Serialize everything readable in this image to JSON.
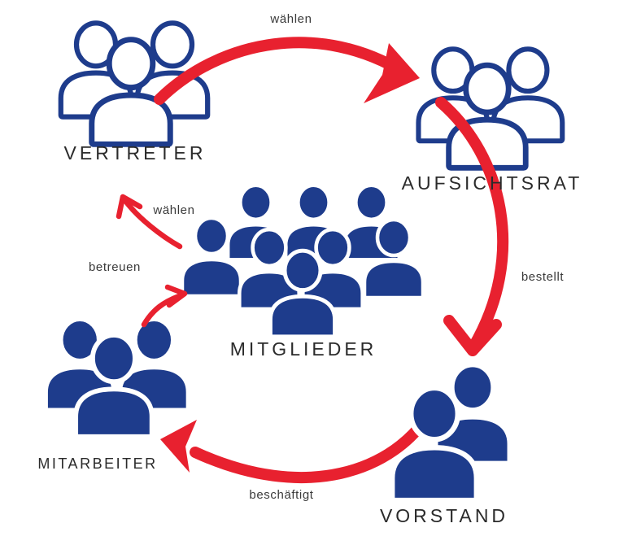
{
  "diagram": {
    "nodes": {
      "vertreter": {
        "label": "VERTRETER"
      },
      "aufsichtsrat": {
        "label": "AUFSICHTSRAT"
      },
      "mitglieder": {
        "label": "MITGLIEDER"
      },
      "mitarbeiter": {
        "label": "MITARBEITER"
      },
      "vorstand": {
        "label": "VORSTAND"
      }
    },
    "edges": {
      "waehlen_top": {
        "label": "wählen",
        "from": "VERTRETER",
        "to": "AUFSICHTSRAT"
      },
      "bestellt": {
        "label": "bestellt",
        "from": "AUFSICHTSRAT",
        "to": "VORSTAND"
      },
      "beschaeftigt": {
        "label": "beschäftigt",
        "from": "VORSTAND",
        "to": "MITARBEITER"
      },
      "betreuen": {
        "label": "betreuen",
        "from": "MITARBEITER",
        "to": "MITGLIEDER"
      },
      "waehlen_members": {
        "label": "wählen",
        "from": "MITGLIEDER",
        "to": "VERTRETER"
      }
    },
    "colors": {
      "icon_blue": "#1e3c8c",
      "arrow_red": "#e8212f",
      "label_dark": "#2b2b2b",
      "background": "#ffffff"
    }
  }
}
